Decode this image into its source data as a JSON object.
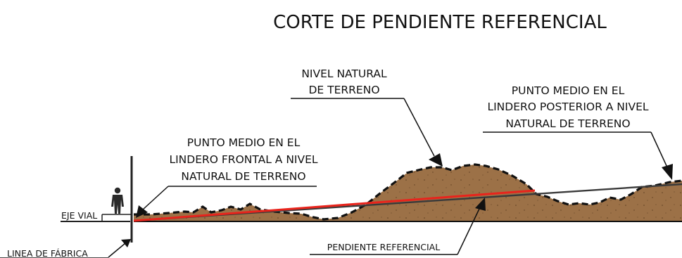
{
  "title": "CORTE DE PENDIENTE REFERENCIAL",
  "labels": {
    "nivel_natural": [
      "NIVEL NATURAL",
      "DE TERRENO"
    ],
    "punto_posterior": [
      "PUNTO MEDIO EN EL",
      "LINDERO POSTERIOR A NIVEL",
      "NATURAL DE TERRENO"
    ],
    "punto_frontal": [
      "PUNTO MEDIO EN EL",
      "LINDERO FRONTAL A NIVEL",
      "NATURAL DE TERRENO"
    ],
    "eje_vial": "EJE VIAL",
    "linea_fabrica": "LINEA DE FÁBRICA",
    "pendiente": "PENDIENTE REFERENCIAL"
  },
  "colors": {
    "terrain": "#9c7147",
    "slope": "#e8241c",
    "line": "#222222"
  }
}
